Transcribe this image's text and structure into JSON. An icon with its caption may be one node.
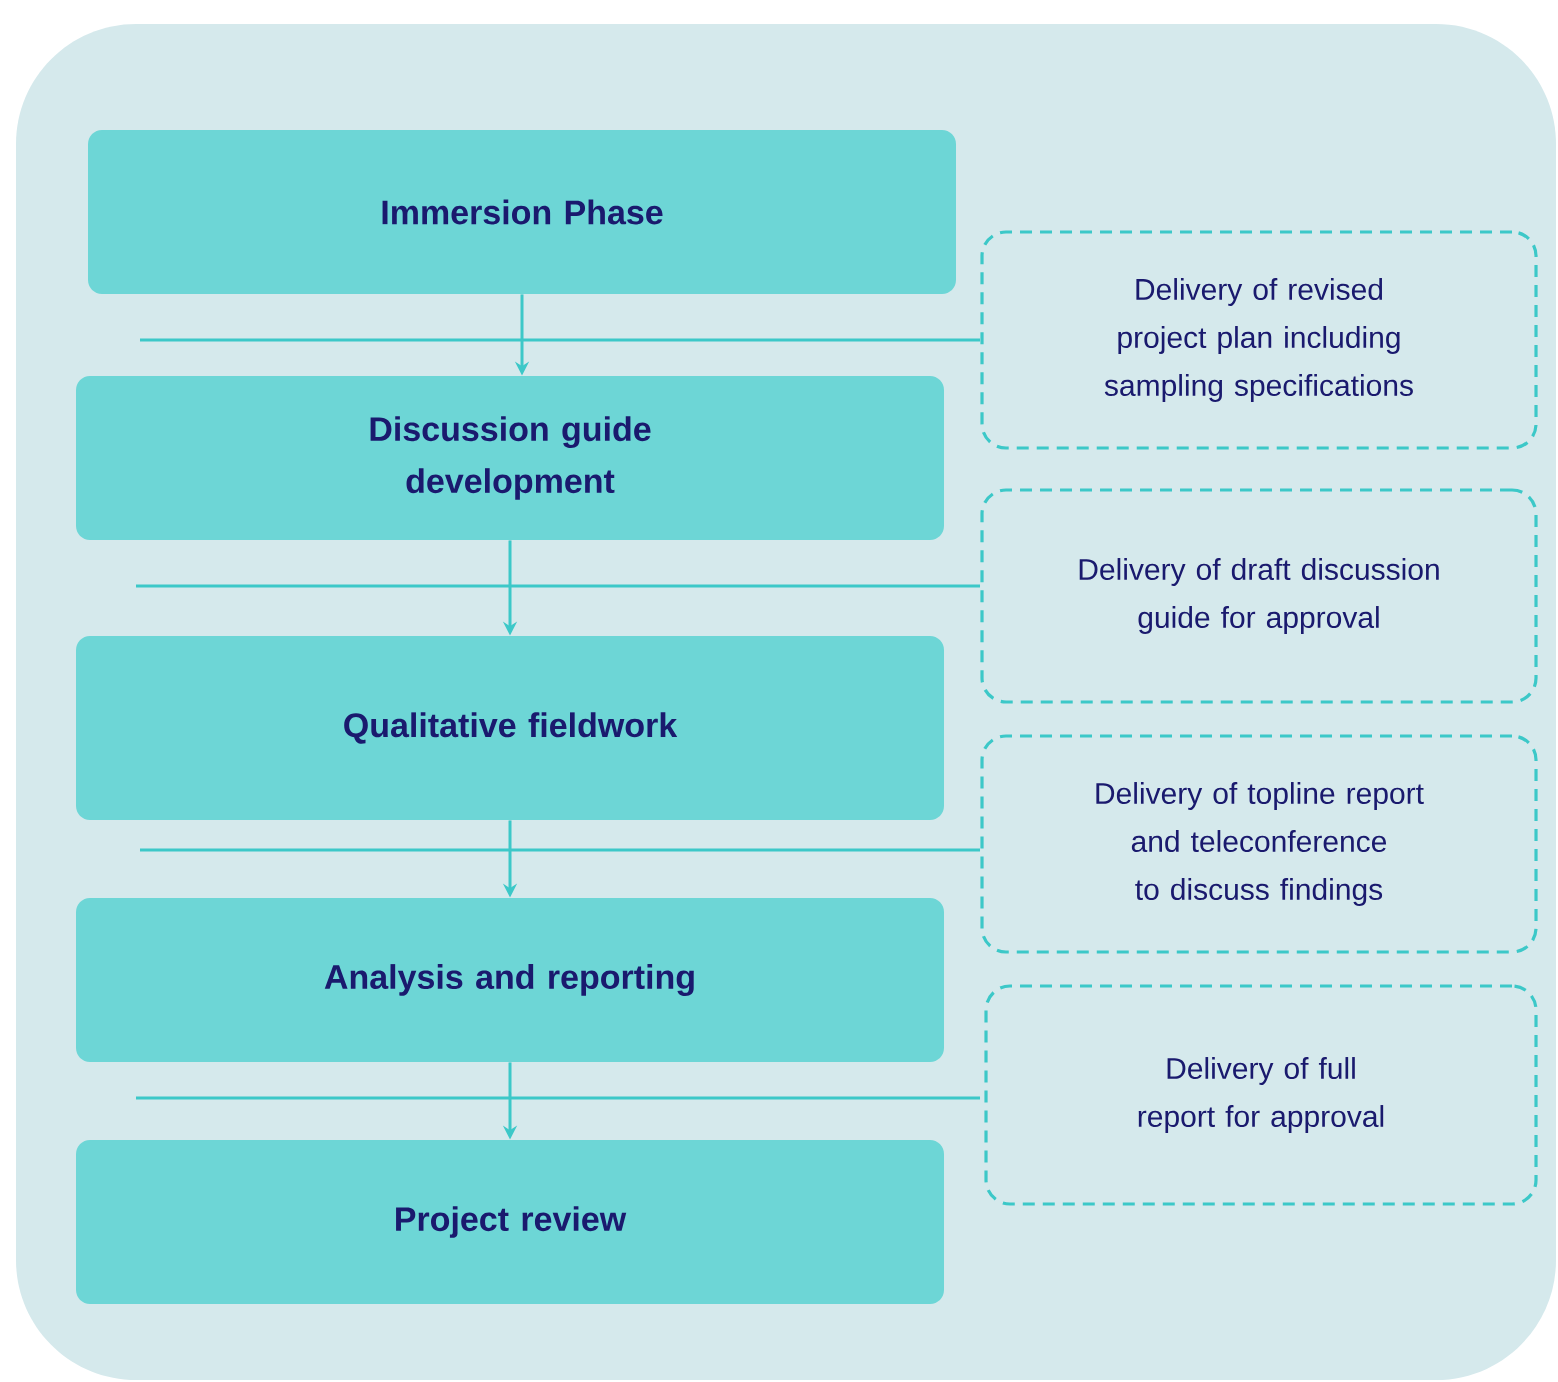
{
  "diagram": {
    "nodes": [
      {
        "text": [
          "Immersion Phase"
        ]
      },
      {
        "text": [
          "Discussion guide development"
        ]
      },
      {
        "text": [
          "Qualitative fieldwork"
        ]
      },
      {
        "text": [
          "Analysis and reporting"
        ]
      },
      {
        "text": [
          "Project review"
        ]
      },
      {
        "text": [
          "Delivery of revised project plan including sampling specifications"
        ]
      },
      {
        "text": [
          "Delivery of draft discussion guide for approval"
        ]
      },
      {
        "text": [
          "Delivery of topline report and teleconference to discuss findings"
        ]
      },
      {
        "text": [
          "Delivery of full report for approval"
        ]
      }
    ],
    "edges": [
      {
        "from": 0,
        "to": 1,
        "arrow": "to"
      },
      {
        "from": 1,
        "to": 2,
        "arrow": "to"
      },
      {
        "from": 2,
        "to": 3,
        "arrow": "to"
      },
      {
        "from": 3,
        "to": 4,
        "arrow": "to"
      }
    ]
  }
}
